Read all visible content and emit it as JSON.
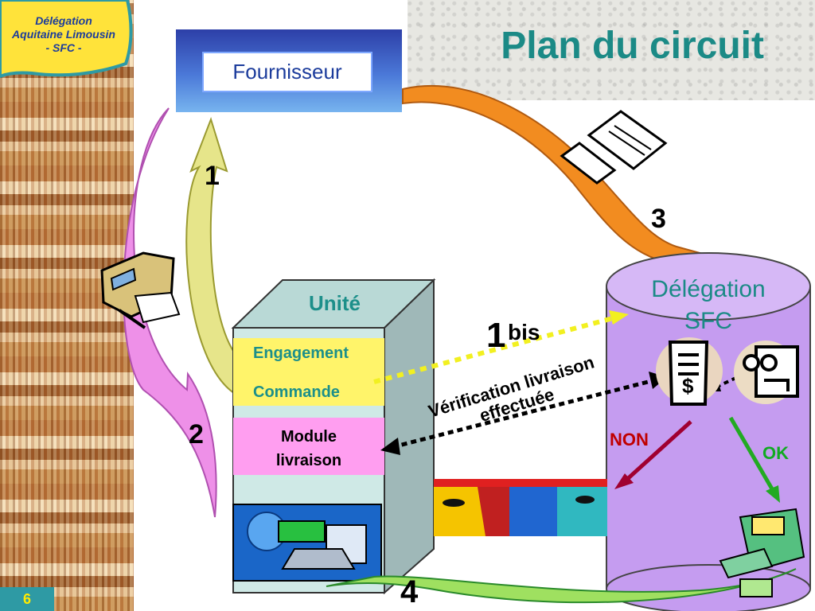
{
  "header": {
    "badge_text": "Délégation\nAquitaine Limousin\n-  SFC  -",
    "title": "Plan du circuit",
    "page_number": "6"
  },
  "diagram": {
    "supplier_label": "Fournisseur",
    "unit_label": "Unité",
    "engagement_label": "Engagement",
    "commande_label": "Commande",
    "module_label": "Module\nlivraison",
    "delegation_label": "Délégation\nSFC",
    "steps": {
      "one": "1",
      "two": "2",
      "three": "3",
      "four": "4",
      "one_bis_number": "1",
      "one_bis_suffix": "bis"
    },
    "verification_label": "Vérification livraison\neffectuée",
    "non_label": "NON",
    "ok_label": "OK",
    "receipt_symbol": "$"
  },
  "colors": {
    "teal": "#1b8a86",
    "purple_cylinder": "#c59cf0",
    "yellow_band": "#fff46a",
    "pink_band": "#ff9ef0",
    "orange_arrow": "#f28c20",
    "green_arrow": "#22aa22",
    "red_arrow": "#a00030"
  },
  "icons": [
    "box-printer-icon",
    "invoice-documents-icon",
    "computer-money-icon",
    "receipt-dollar-icon",
    "person-face-icon",
    "cash-register-icon",
    "faces-painting-icon"
  ]
}
